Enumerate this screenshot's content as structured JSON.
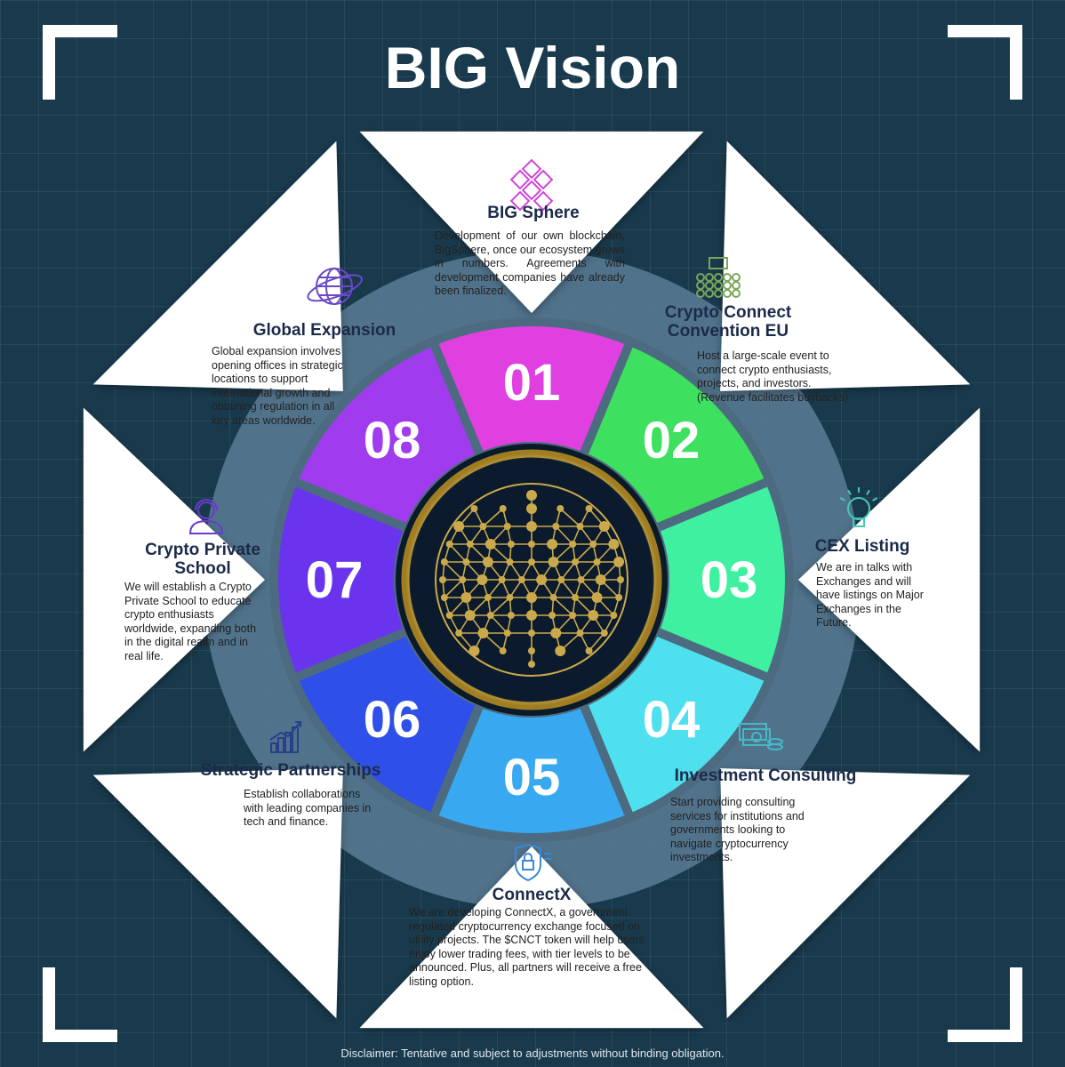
{
  "title": "BIG Vision",
  "disclaimer": "Disclaimer: Tentative and subject to adjustments without binding obligation.",
  "segments": [
    {
      "number": "01",
      "title": "BIG Sphere",
      "icon": "blockchain-cubes-icon",
      "color": "#e040e0",
      "description": "Development of our own blockchain, BigSphere, once our ecosystem grows in numbers. Agreements with development companies have already been finalized."
    },
    {
      "number": "02",
      "title": "Crypto Connect Convention EU",
      "icon": "convention-crowd-icon",
      "color": "#3ee060",
      "description": "Host a large-scale event to connect crypto enthusiasts, projects, and investors. (Revenue facilitates buybacks)"
    },
    {
      "number": "03",
      "title": "CEX Listing",
      "icon": "lightbulb-icon",
      "color": "#3ef0a0",
      "description": "We are in talks with Exchanges and will have listings on Major Exchanges in the Future."
    },
    {
      "number": "04",
      "title": "Investment Consulting",
      "icon": "money-stack-icon",
      "color": "#4ee0ee",
      "description": "Start providing consulting services for institutions and governments looking to navigate cryptocurrency investments."
    },
    {
      "number": "05",
      "title": "ConnectX",
      "icon": "secure-exchange-icon",
      "color": "#38a8f0",
      "description": "We are developing ConnectX, a government regulated cryptocurrency exchange focused on utility projects. The $CNCT token will help users enjoy lower trading fees, with tier levels to be announced. Plus, all partners will receive a free listing option."
    },
    {
      "number": "06",
      "title": "Strategic Partnerships",
      "icon": "growth-chart-icon",
      "color": "#2f50e8",
      "description": "Establish collaborations with leading companies in tech and finance."
    },
    {
      "number": "07",
      "title": "Crypto Private School",
      "icon": "support-agent-icon",
      "color": "#6a34ee",
      "description": "We will establish a Crypto Private School to educate crypto enthusiasts worldwide, expanding both in the digital realm and in real life."
    },
    {
      "number": "08",
      "title": "Global Expansion",
      "icon": "globe-orbit-icon",
      "color": "#a03cee",
      "description": "Global expansion involves opening offices in strategic locations to support international growth and obtaining regulation in all key areas worldwide."
    }
  ],
  "center": {
    "icon": "network-sphere-icon",
    "color": "#c9a94b"
  }
}
